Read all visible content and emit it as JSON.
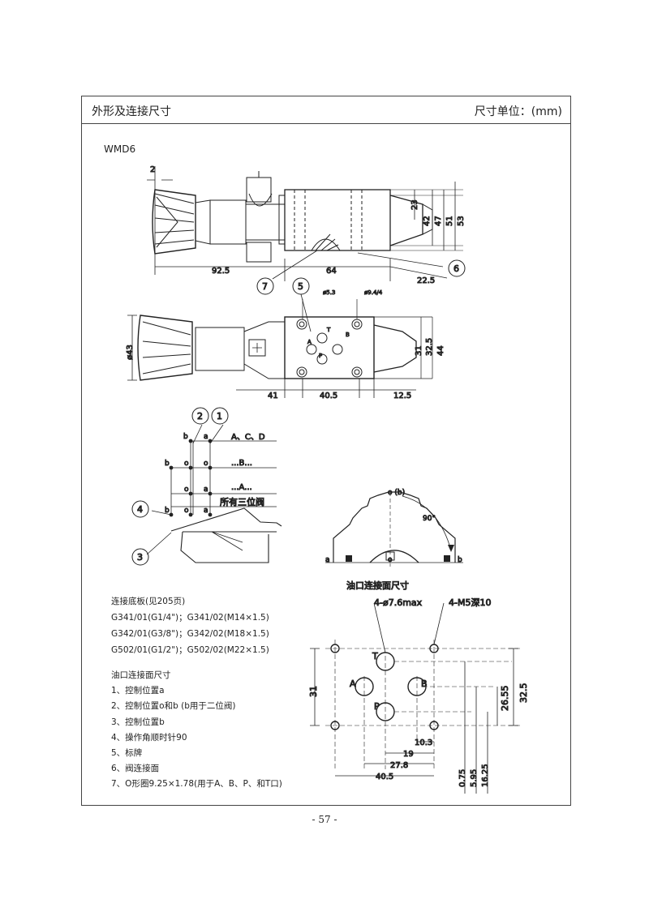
{
  "header": {
    "title": "外形及连接尺寸",
    "unit": "尺寸单位：(mm)"
  },
  "model": "WMD6",
  "dims": {
    "top_gap": "2",
    "len_92_5": "92.5",
    "len_64": "64",
    "len_22_5": "22.5",
    "h23": "23",
    "h42": "42",
    "h47": "47",
    "h51": "51",
    "h53": "53",
    "dia43": "ø43",
    "dia5_3": "ø5.3",
    "dia9_4": "ø9.4/4",
    "len41": "41",
    "len40_5": "40.5",
    "len12_5": "12.5",
    "h31": "31",
    "h32_5": "32.5",
    "h44": "44",
    "port_A": "A",
    "port_B": "B",
    "port_P": "P",
    "port_T": "T"
  },
  "callouts": {
    "c1": "1",
    "c2": "2",
    "c3": "3",
    "c4": "4",
    "c5": "5",
    "c6": "6",
    "c7": "7"
  },
  "positions": {
    "acd": "A、C、D",
    "b_line": "...B...",
    "a_line": "...A...",
    "all_three": "所有三位阀",
    "b": "b",
    "o": "o",
    "a": "a"
  },
  "dial": {
    "title": "油口连接面尺寸",
    "ob": "o (b)",
    "angle": "90°",
    "a": "a",
    "b": "b",
    "o": "o"
  },
  "base_plates": {
    "title": "连接底板(见205页)",
    "rows": [
      "G341/01(G1/4\")；G341/02(M14×1.5)",
      "G342/01(G3/8\")；G342/02(M18×1.5)",
      "G502/01(G1/2\")；G502/02(M22×1.5)"
    ]
  },
  "legend": {
    "title": "油口连接面尺寸",
    "items": [
      "1、控制位置a",
      "2、控制位置o和b (b用于二位阀)",
      "3、控制位置b",
      "4、操作角顺时针90",
      "5、标牌",
      "6、阀连接面",
      "7、O形圈9.25×1.78(用于A、B、P、和T口)"
    ]
  },
  "interface": {
    "holes_label": "4-ø7.6max",
    "thread_label": "4-M5深10",
    "v31": "31",
    "v32_5": "32.5",
    "v26_55": "26.55",
    "h10_3": "10.3",
    "h19": "19",
    "h27_8": "27.8",
    "h40_5": "40.5",
    "v0_75": "0.75",
    "v5_95": "5.95",
    "v16_25": "16.25",
    "port_A": "A",
    "port_B": "B",
    "port_P": "P",
    "port_T": "T"
  },
  "page_number": "- 57 -"
}
